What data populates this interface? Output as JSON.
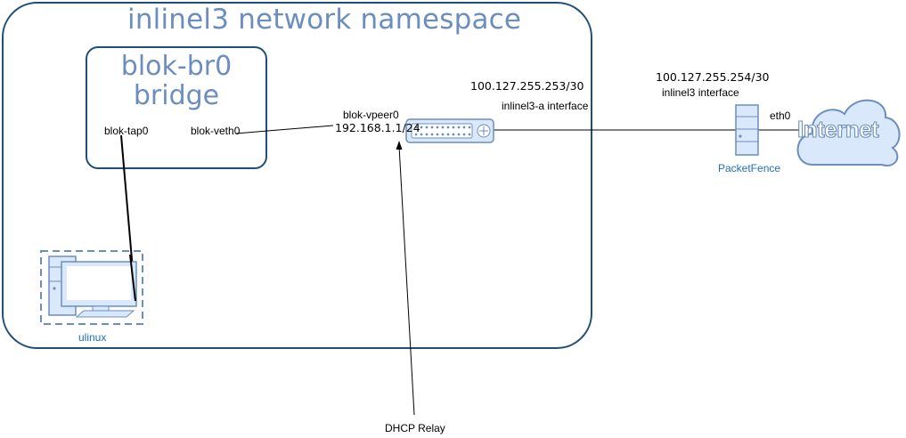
{
  "namespace": {
    "title": "inlinel3 network namespace"
  },
  "bridge": {
    "title": "blok-br0 bridge",
    "tap_label": "blok-tap0",
    "veth_label": "blok-veth0"
  },
  "switch": {
    "vpeer_label": "blok-vpeer0",
    "vpeer_ip": "192.168.1.1/24",
    "ip": "100.127.255.253/30",
    "interface_label": "inlinel3-a interface"
  },
  "packetfence": {
    "ip": "100.127.255.254/30",
    "interface_label": "inlinel3 interface",
    "eth_label": "eth0",
    "name": "PacketFence"
  },
  "internet": {
    "label": "Internet"
  },
  "client": {
    "name": "ulinux"
  },
  "relay": {
    "label": "DHCP Relay"
  },
  "colors": {
    "shape_fill": "#dae8fc",
    "shape_stroke": "#6c8ebf",
    "container_stroke": "#1f4e79",
    "label_blue": "#1f6fc1"
  }
}
